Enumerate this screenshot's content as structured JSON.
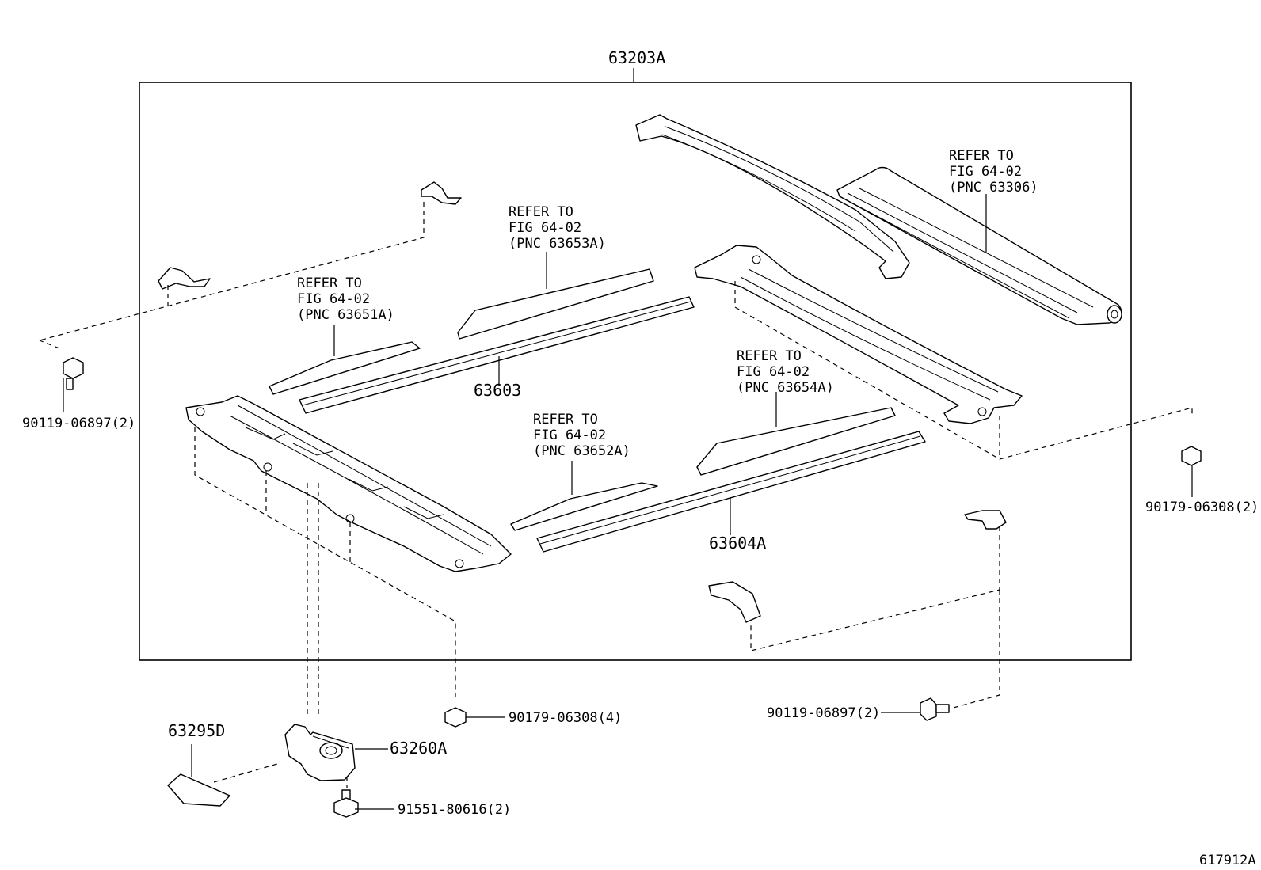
{
  "diagram": {
    "assembly_label": "63203A",
    "figure_id": "617912A",
    "parts": {
      "p63603": "63603",
      "p63604A": "63604A",
      "p63295D": "63295D",
      "p63260A": "63260A",
      "fastener_left_bolt": "90119-06897(2)",
      "fastener_right_nut": "90179-06308(2)",
      "fastener_center_nut": "90179-06308(4)",
      "fastener_right_bolt": "90119-06897(2)",
      "fastener_screw": "91551-80616(2)"
    },
    "refs": {
      "r63651A": {
        "line1": "REFER TO",
        "line2": "FIG 64-02",
        "line3": "(PNC 63651A)"
      },
      "r63653A": {
        "line1": "REFER TO",
        "line2": "FIG 64-02",
        "line3": "(PNC 63653A)"
      },
      "r63306": {
        "line1": "REFER TO",
        "line2": "FIG 64-02",
        "line3": "(PNC 63306)"
      },
      "r63654A": {
        "line1": "REFER TO",
        "line2": "FIG 64-02",
        "line3": "(PNC 63654A)"
      },
      "r63652A": {
        "line1": "REFER TO",
        "line2": "FIG 64-02",
        "line3": "(PNC 63652A)"
      }
    }
  }
}
